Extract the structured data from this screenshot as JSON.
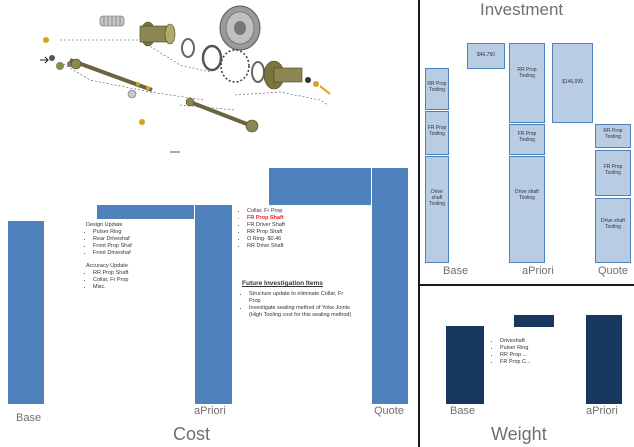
{
  "cost": {
    "title": "Cost",
    "labels": {
      "base": "Base",
      "apriori": "aPriori",
      "quote": "Quote"
    },
    "note1": {
      "design_title": "Design  Update",
      "design_items": [
        "Pulser Ring",
        "Rear Driveshaf",
        "Front Prop Shaf",
        "Front Driveshaf"
      ],
      "accuracy_title": "Accuracy Update",
      "accuracy_items": [
        "RR Prop Shaft",
        "Collar, Fr Prop",
        "Misc."
      ]
    },
    "note2": {
      "items": [
        "Collar, Fr Prop",
        "FR Prop Shaft",
        "FR Driver Shaft",
        "RR Prop Shaft",
        "O Ring- $0.46",
        "RR Drive Shaft"
      ]
    },
    "future": {
      "title": "Future Investigation Items",
      "items": [
        "Structure update to eliminate Collar, Fr Prop",
        "Investigate sealing method of Yoke Joints (High Tooling cost for this sealing method)"
      ]
    }
  },
  "investment": {
    "title": "Investment",
    "labels": {
      "base": "Base",
      "apriori": "aPriori",
      "quote": "Quote"
    },
    "step1_label": "$46,750",
    "step2_label": "$146,099",
    "base_segments": [
      "RR Prop Tooling",
      "FR Prop Tooling",
      "Drive shaft Tooling"
    ],
    "apriori_segments": [
      "RR Prop Tooling",
      "FR Prop Tooling",
      "Drive shaft Tooling"
    ],
    "quote_segments": [
      "RR Prop Tooling",
      "FR Prop Tooling",
      "Drive shaft Tooling"
    ]
  },
  "weight": {
    "title": "Weight",
    "labels": {
      "base": "Base",
      "apriori": "aPriori"
    },
    "note_items": [
      "Driveshaft",
      "Pulser Ring",
      "RR Prop ...",
      "FR Prop C..."
    ]
  },
  "colors": {
    "bar": "#4f81bd",
    "navy": "#17375e",
    "segment": "#b8cce4",
    "divider": "#1a1a1a",
    "highlight": "#e0282f"
  },
  "chart_data": [
    {
      "type": "bar",
      "title": "Cost",
      "categories": [
        "Base",
        "aPriori",
        "Quote"
      ]
    },
    {
      "type": "bar",
      "title": "Investment",
      "categories": [
        "Base",
        "aPriori",
        "Quote"
      ],
      "annotations": [
        "$46,750",
        "$146,099"
      ],
      "stack_segments": [
        "RR Prop Tooling",
        "FR Prop Tooling",
        "Drive shaft Tooling"
      ]
    },
    {
      "type": "bar",
      "title": "Weight",
      "categories": [
        "Base",
        "aPriori"
      ]
    }
  ]
}
